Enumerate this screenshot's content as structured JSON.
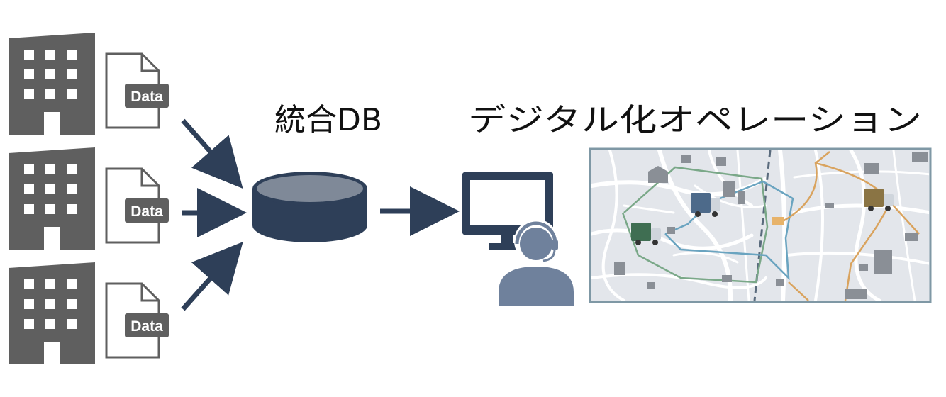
{
  "labels": {
    "database": "統合DB",
    "operation": "デジタル化オペレーション"
  },
  "sources": [
    {
      "tag": "Data"
    },
    {
      "tag": "Data"
    },
    {
      "tag": "Data"
    }
  ],
  "colors": {
    "building": "#5f5f5f",
    "navy": "#2e3f58",
    "db_top": "#7f8998",
    "operator": "#6f819c",
    "map_bg": "#e3e6eb",
    "map_border": "#7f98a5",
    "route_green": "#7aa888",
    "route_blue": "#6aa4c0",
    "route_orange": "#d9a35e"
  },
  "icons": {
    "building": "office-building-icon",
    "document": "data-document-icon",
    "database": "database-cylinder-icon",
    "monitor": "monitor-icon",
    "operator": "headset-operator-icon",
    "map": "city-map-icon",
    "truck": "delivery-truck-icon"
  }
}
